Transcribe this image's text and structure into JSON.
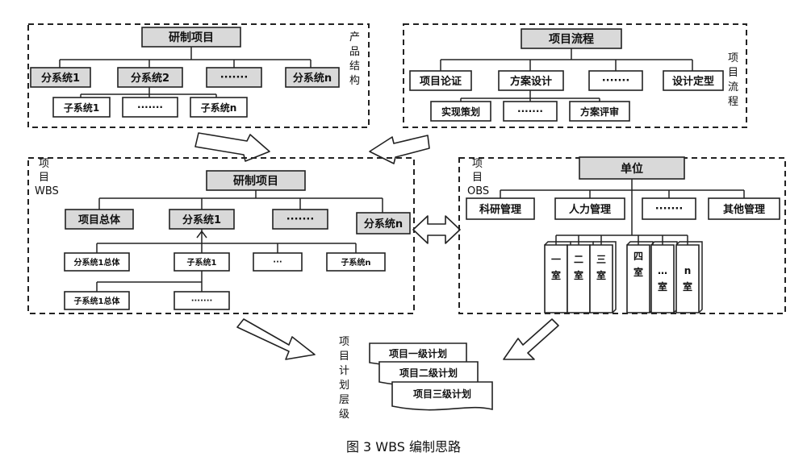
{
  "product_structure": {
    "label_chars": [
      "产",
      "品",
      "结",
      "构"
    ],
    "root": "研制项目",
    "subsystems": [
      "分系统1",
      "分系统2",
      "·······",
      "分系统n"
    ],
    "subunits": [
      "子系统1",
      "·······",
      "子系统n"
    ]
  },
  "project_process": {
    "label_chars": [
      "项",
      "目",
      "流",
      "程"
    ],
    "root": "项目流程",
    "stages": [
      "项目论证",
      "方案设计",
      "·······",
      "设计定型"
    ],
    "substages": [
      "实现策划",
      "·······",
      "方案评审"
    ]
  },
  "wbs": {
    "label_chars": [
      "项",
      "目",
      "WBS"
    ],
    "root": "研制项目",
    "level1": [
      "项目总体",
      "分系统1",
      "·······",
      "分系统n"
    ],
    "level2": [
      "分系统1总体",
      "子系统1",
      "···",
      "子系统n"
    ],
    "level3": [
      "子系统1总体",
      "·······"
    ]
  },
  "obs": {
    "label_chars": [
      "项",
      "目",
      "OBS"
    ],
    "root": "单位",
    "departments": [
      "科研管理",
      "人力管理",
      "·······",
      "其他管理"
    ],
    "offices": [
      [
        "一",
        "室"
      ],
      [
        "二",
        "室"
      ],
      [
        "三",
        "室"
      ],
      [
        "四",
        "室"
      ],
      [
        "…",
        "室"
      ],
      [
        "n",
        "室"
      ]
    ]
  },
  "plan_levels": {
    "label_chars": [
      "项",
      "目",
      "计",
      "划",
      "层",
      "级"
    ],
    "items": [
      "项目一级计划",
      "项目二级计划",
      "项目三级计划"
    ]
  },
  "caption": "图 3   WBS 编制思路"
}
